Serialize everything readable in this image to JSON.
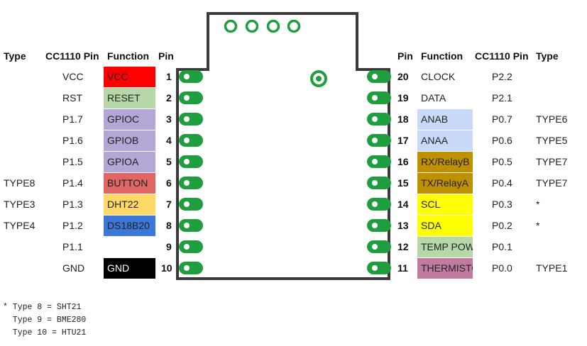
{
  "headers_left": [
    "Type",
    "CC1110 Pin",
    "Function",
    "Pin"
  ],
  "headers_right": [
    "Pin",
    "Function",
    "CC1110 Pin",
    "Type"
  ],
  "left_pins": [
    {
      "type": "",
      "cc": "VCC",
      "func": "VCC",
      "pin": "1",
      "color": "#ff0000"
    },
    {
      "type": "",
      "cc": "RST",
      "func": "RESET",
      "pin": "2",
      "color": "#b6d7a8"
    },
    {
      "type": "",
      "cc": "P1.7",
      "func": "GPIOC",
      "pin": "3",
      "color": "#b4a7d6"
    },
    {
      "type": "",
      "cc": "P1.6",
      "func": "GPIOB",
      "pin": "4",
      "color": "#b4a7d6"
    },
    {
      "type": "",
      "cc": "P1.5",
      "func": "GPIOA",
      "pin": "5",
      "color": "#b4a7d6"
    },
    {
      "type": "TYPE8",
      "cc": "P1.4",
      "func": "BUTTON",
      "pin": "6",
      "color": "#e06666"
    },
    {
      "type": "TYPE3",
      "cc": "P1.3",
      "func": "DHT22",
      "pin": "7",
      "color": "#ffd966"
    },
    {
      "type": "TYPE4",
      "cc": "P1.2",
      "func": "DS18B20",
      "pin": "8",
      "color": "#3c78d8"
    },
    {
      "type": "",
      "cc": "P1.1",
      "func": "",
      "pin": "9",
      "color": ""
    },
    {
      "type": "",
      "cc": "GND",
      "func": "GND",
      "pin": "10",
      "color": "#000000"
    }
  ],
  "right_pins": [
    {
      "pin": "20",
      "func": "CLOCK",
      "cc": "P2.2",
      "type": "",
      "color": ""
    },
    {
      "pin": "19",
      "func": "DATA",
      "cc": "P2.1",
      "type": "",
      "color": ""
    },
    {
      "pin": "18",
      "func": "ANAB",
      "cc": "P0.7",
      "type": "TYPE6",
      "color": "#c9daf8"
    },
    {
      "pin": "17",
      "func": "ANAA",
      "cc": "P0.6",
      "type": "TYPE5",
      "color": "#c9daf8"
    },
    {
      "pin": "16",
      "func": "RX/RelayB",
      "cc": "P0.5",
      "type": "TYPE7",
      "color": "#bf9000"
    },
    {
      "pin": "15",
      "func": "TX/RelayA",
      "cc": "P0.4",
      "type": "TYPE7",
      "color": "#bf9000"
    },
    {
      "pin": "14",
      "func": "SCL",
      "cc": "P0.3",
      "type": "*",
      "color": "#ffff00"
    },
    {
      "pin": "13",
      "func": "SDA",
      "cc": "P0.2",
      "type": "*",
      "color": "#ffff00"
    },
    {
      "pin": "12",
      "func": "TEMP POWER",
      "cc": "P0.1",
      "type": "",
      "color": "#b6d7a8"
    },
    {
      "pin": "11",
      "func": "THERMISTOR",
      "cc": "P0.0",
      "type": "TYPE1",
      "color": "#c27ba0"
    }
  ],
  "notes": [
    "* Type 8 = SHT21",
    "  Type 9 = BME280",
    "  Type 10 = HTU21"
  ],
  "colors": {
    "board_outline": "#3a3a3a",
    "pad": "#1e9e3e"
  }
}
